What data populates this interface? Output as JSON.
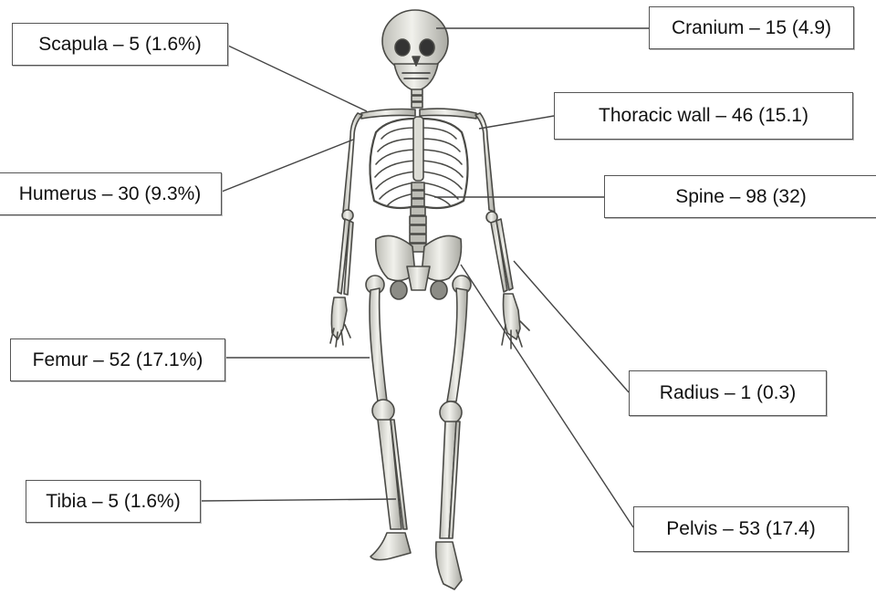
{
  "labels": {
    "scapula": "Scapula – 5 (1.6%)",
    "cranium": "Cranium – 15 (4.9)",
    "thoracic_wall": "Thoracic wall – 46 (15.1)",
    "humerus": "Humerus – 30 (9.3%)",
    "spine": "Spine – 98 (32)",
    "femur": "Femur – 52 (17.1%)",
    "radius": "Radius – 1 (0.3)",
    "tibia": "Tibia – 5 (1.6%)",
    "pelvis": "Pelvis – 53 (17.4)"
  },
  "colors": {
    "bone_fill": "#e8e8e2",
    "bone_stroke": "#4a4a46",
    "leader_line": "#444444",
    "box_border": "#555555"
  }
}
